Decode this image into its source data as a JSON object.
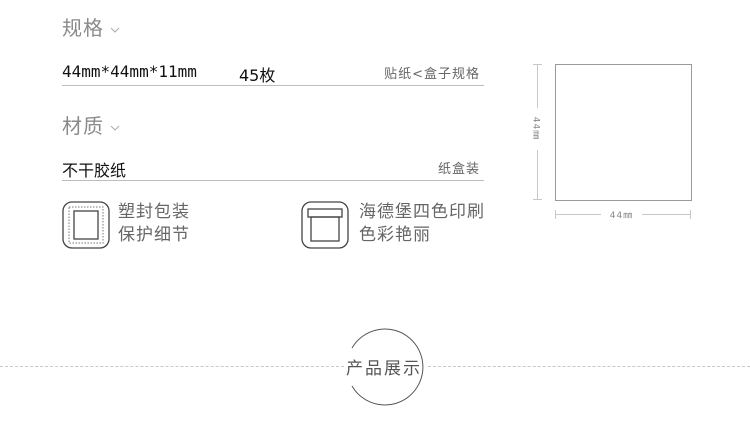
{
  "specs": {
    "title": "规格",
    "size_value": "44mm*44mm*11mm",
    "count_value": "45枚",
    "right_label": "贴纸<盒子规格"
  },
  "material": {
    "title": "材质",
    "value": "不干胶纸",
    "right_label": "纸盒装"
  },
  "features": [
    {
      "icon": "sealed-package-icon",
      "line1": "塑封包装",
      "line2": "保护细节"
    },
    {
      "icon": "box-icon",
      "line1": "海德堡四色印刷",
      "line2": "色彩艳丽"
    }
  ],
  "dimensions": {
    "height_label": "44㎜",
    "width_label": "44㎜"
  },
  "showcase": {
    "title": "产品展示"
  }
}
